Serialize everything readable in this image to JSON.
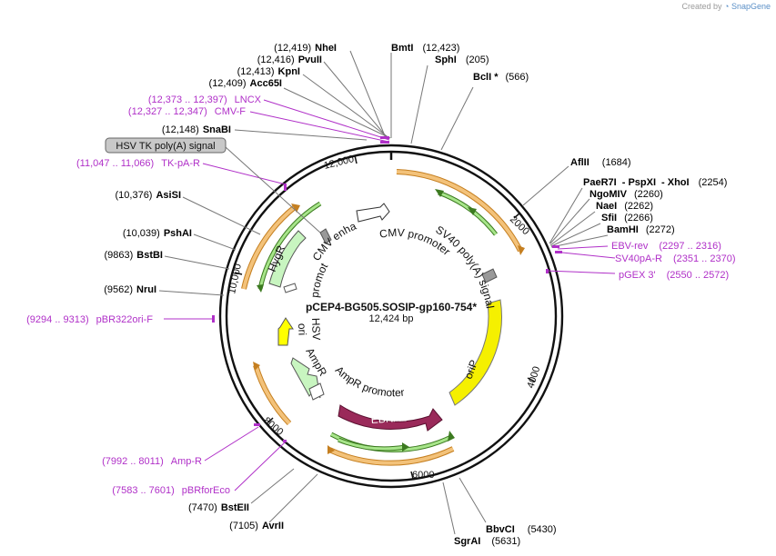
{
  "attribution": {
    "prefix": "Created by",
    "brand": "SnapGene"
  },
  "plasmid": {
    "name": "pCEP4-BG505.SOSIP-gp160-754*",
    "length_label": "12,424 bp"
  },
  "ticks": [
    "12,000",
    "2000",
    "4000",
    "6000",
    "8000",
    "10,000"
  ],
  "colors": {
    "primer": "#b030c8",
    "orf": "#f0a340",
    "promoter": "#ffffff",
    "feature_green": "#c8f5c0",
    "orip": "#f5f000",
    "ebna": "#9a2a5a",
    "ori": "#ffff00"
  },
  "sites": [
    {
      "name": "NheI",
      "pos": "(12,419)"
    },
    {
      "name": "PvuII",
      "pos": "(12,416)"
    },
    {
      "name": "KpnI",
      "pos": "(12,413)"
    },
    {
      "name": "Acc65I",
      "pos": "(12,409)"
    },
    {
      "name": "BmtI",
      "pos": "(12,423)"
    },
    {
      "name": "SphI",
      "pos": "(205)"
    },
    {
      "name": "BclI *",
      "pos": "(566)"
    },
    {
      "name": "SnaBI",
      "pos": "(12,148)"
    },
    {
      "name": "AflII",
      "pos": "(1684)"
    },
    {
      "name": "PaeR7I",
      "pos": ""
    },
    {
      "name": "PspXI",
      "pos": ""
    },
    {
      "name": "XhoI",
      "pos": "(2254)"
    },
    {
      "name": "NgoMIV",
      "pos": "(2260)"
    },
    {
      "name": "NaeI",
      "pos": "(2262)"
    },
    {
      "name": "SfiI",
      "pos": "(2266)"
    },
    {
      "name": "BamHI",
      "pos": "(2272)"
    },
    {
      "name": "AsiSI",
      "pos": "(10,376)"
    },
    {
      "name": "PshAI",
      "pos": "(10,039)"
    },
    {
      "name": "BstBI",
      "pos": "(9863)"
    },
    {
      "name": "NruI",
      "pos": "(9562)"
    },
    {
      "name": "BbvCI",
      "pos": "(5430)"
    },
    {
      "name": "SgrAI",
      "pos": "(5631)"
    },
    {
      "name": "BstEII",
      "pos": "(7470)"
    },
    {
      "name": "AvrII",
      "pos": "(7105)"
    }
  ],
  "primers": [
    {
      "range": "(12,373 .. 12,397)",
      "name": "LNCX"
    },
    {
      "range": "(12,327 .. 12,347)",
      "name": "CMV-F"
    },
    {
      "range": "(11,047 .. 11,066)",
      "name": "TK-pA-R"
    },
    {
      "range": "(9294 .. 9313)",
      "name": "pBR322ori-F"
    },
    {
      "range": "(7992 .. 8011)",
      "name": "Amp-R"
    },
    {
      "range": "(7583 .. 7601)",
      "name": "pBRforEco"
    },
    {
      "name": "EBV-rev",
      "range": "(2297 .. 2316)"
    },
    {
      "name": "SV40pA-R",
      "range": "(2351 .. 2370)"
    },
    {
      "name": "pGEX 3'",
      "range": "(2550 .. 2572)"
    }
  ],
  "callout": "HSV TK poly(A) signal",
  "features": {
    "cmv_enhancer": "CMV enhancer",
    "cmv_promoter": "CMV promoter",
    "sv40": "SV40 poly(A) signal",
    "orip": "oriP",
    "ebna1": "EBNA1",
    "ampr_promoter": "AmpR promoter",
    "ampr": "AmpR",
    "ori": "ori",
    "hsv": "HSV",
    "hygr": "HygR",
    "promoter": "promoter"
  }
}
